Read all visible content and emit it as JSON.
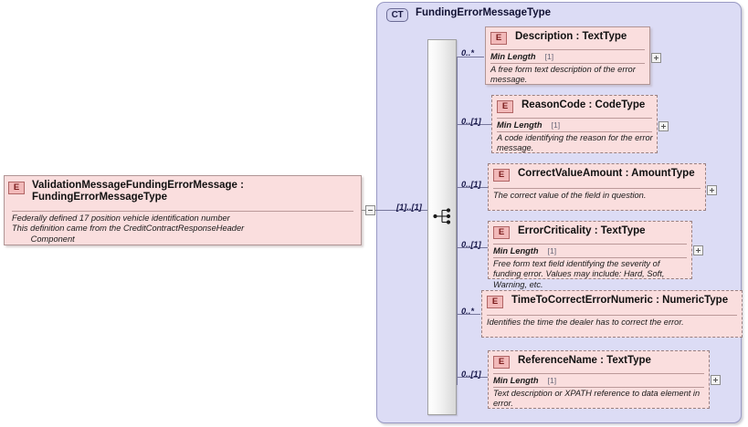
{
  "diagram": {
    "type": "xsd-schema-diagram",
    "root": {
      "badge": "E",
      "title": "ValidationMessageFundingErrorMessage : FundingErrorMessageType",
      "title_line1": "ValidationMessageFundingErrorMes : FundingErrorMessageType",
      "title_line2": "sage",
      "documentation": "Federally defined 17 position vehicle identification number\nThis definition came from the CreditContractResponseHeader\n        Component",
      "occurrence": "[1]..[1]",
      "expander": "minus"
    },
    "complex_type": {
      "badge": "CT",
      "name": "FundingErrorMessageType",
      "compositor": "sequence"
    },
    "children": [
      {
        "badge": "E",
        "name": "Description : TextType",
        "occurrence": "0..*",
        "facet": "Min Length",
        "facet_cardinality": "[1]",
        "documentation": "A free form text description of the error message.",
        "expander": "plus",
        "style": "solid"
      },
      {
        "badge": "E",
        "name": "ReasonCode : CodeType",
        "occurrence": "0..[1]",
        "facet": "Min Length",
        "facet_cardinality": "[1]",
        "documentation": "A code identifying the reason for the error message.",
        "expander": "plus",
        "style": "dashed"
      },
      {
        "badge": "E",
        "name": "CorrectValueAmount : AmountType",
        "occurrence": "0..[1]",
        "facet": "",
        "facet_cardinality": "",
        "documentation": "The correct value of the field in question.",
        "expander": "plus",
        "style": "dashed"
      },
      {
        "badge": "E",
        "name": "ErrorCriticality : TextType",
        "occurrence": "0..[1]",
        "facet": "Min Length",
        "facet_cardinality": "[1]",
        "documentation": "Free form text field identifying the severity of funding error. Values may include: Hard, Soft, Warning, etc.",
        "expander": "plus",
        "style": "dashed"
      },
      {
        "badge": "E",
        "name": "TimeToCorrectErrorNumeric : NumericType",
        "occurrence": "0..*",
        "facet": "",
        "facet_cardinality": "",
        "documentation": "Identifies the time the dealer has to correct the error.",
        "expander": "none",
        "style": "dashed"
      },
      {
        "badge": "E",
        "name": "ReferenceName : TextType",
        "occurrence": "0..[1]",
        "facet": "Min Length",
        "facet_cardinality": "[1]",
        "documentation": "Text description or XPATH reference to data element in error.",
        "expander": "plus",
        "style": "dashed"
      }
    ],
    "colors": {
      "element_fill": "#fadede",
      "element_border": "#9a8080",
      "container_fill": "#dcdcf5",
      "container_border": "#9a9ac4",
      "badge_fill": "#f2b9b9",
      "connector": "#77779c"
    }
  }
}
